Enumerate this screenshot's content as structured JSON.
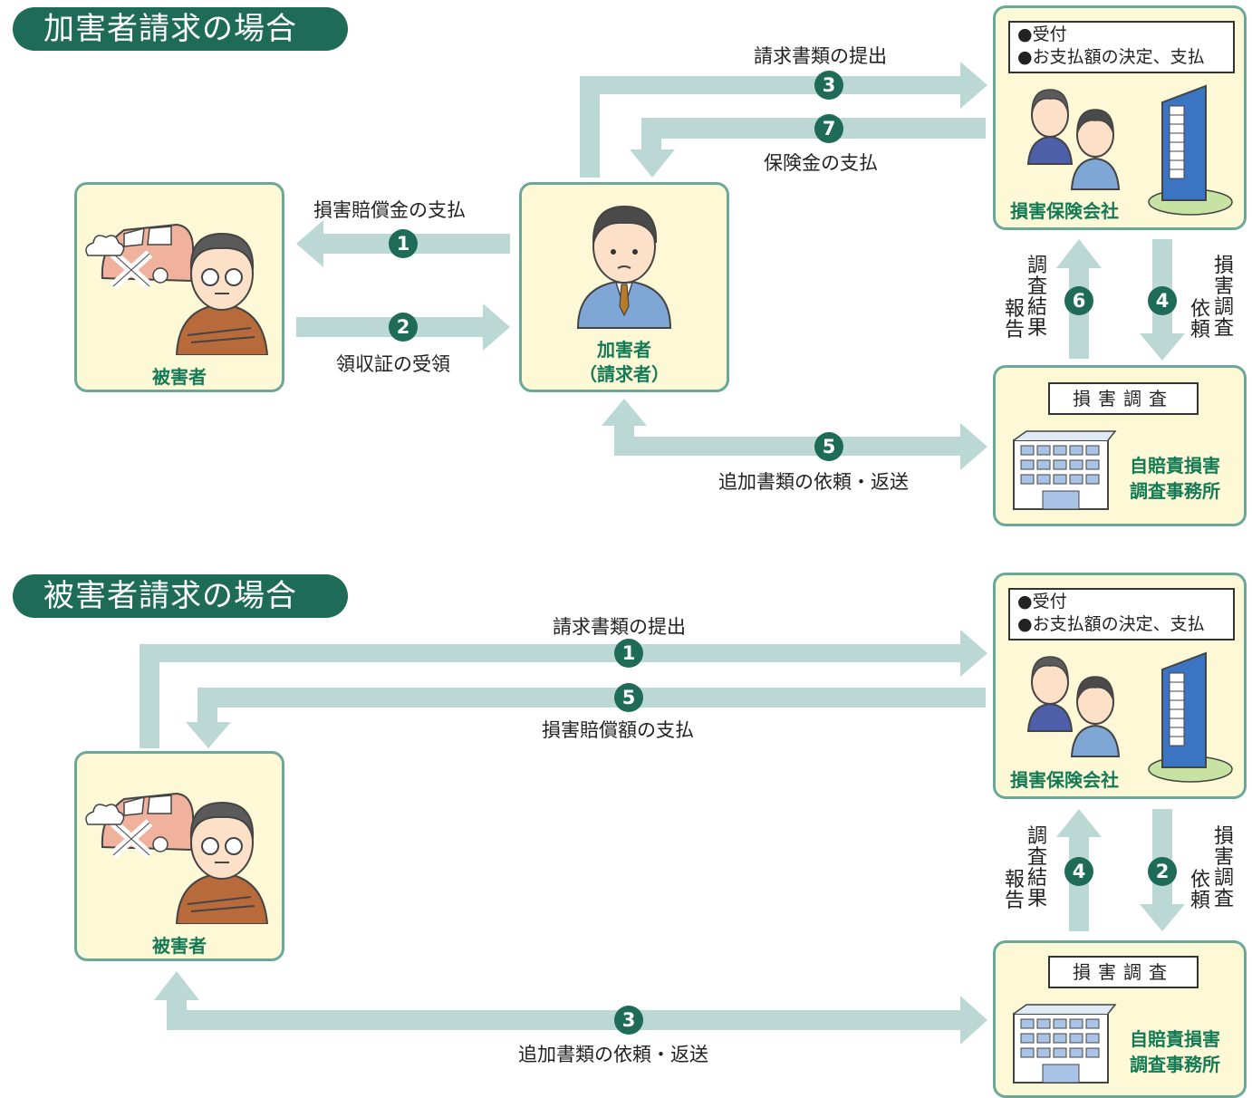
{
  "colors": {
    "arrow": "#bcd8d4",
    "pill": "#1e6b57",
    "box_fill": "#fdf8d6",
    "box_border": "#6aa89a",
    "caption": "#137a55"
  },
  "section1": {
    "title": "加害者請求の場合",
    "victim": "被害者",
    "claimant_line1": "加害者",
    "claimant_line2": "（請求者）",
    "insurer": {
      "info_line1": "●受付",
      "info_line2": "●お支払額の決定、支払",
      "name": "損害保険会社"
    },
    "survey": {
      "sign": "損害調査",
      "name_line1": "自賠責損害",
      "name_line2": "調査事務所"
    },
    "steps": {
      "s1": {
        "num": "1",
        "label": "損害賠償金の支払"
      },
      "s2": {
        "num": "2",
        "label": "領収証の受領"
      },
      "s3": {
        "num": "3",
        "label": "請求書類の提出"
      },
      "s4": {
        "num": "4",
        "label": "損害調査依頼"
      },
      "s5": {
        "num": "5",
        "label": "追加書類の依頼・返送"
      },
      "s6": {
        "num": "6",
        "label": "調査結果報告"
      },
      "s7": {
        "num": "7",
        "label": "保険金の支払"
      }
    }
  },
  "section2": {
    "title": "被害者請求の場合",
    "victim": "被害者",
    "insurer": {
      "info_line1": "●受付",
      "info_line2": "●お支払額の決定、支払",
      "name": "損害保険会社"
    },
    "survey": {
      "sign": "損害調査",
      "name_line1": "自賠責損害",
      "name_line2": "調査事務所"
    },
    "steps": {
      "s1": {
        "num": "1",
        "label": "請求書類の提出"
      },
      "s2": {
        "num": "2",
        "label": "損害調査依頼"
      },
      "s3": {
        "num": "3",
        "label": "追加書類の依頼・返送"
      },
      "s4": {
        "num": "4",
        "label": "調査結果報告"
      },
      "s5": {
        "num": "5",
        "label": "損害賠償額の支払"
      }
    }
  }
}
